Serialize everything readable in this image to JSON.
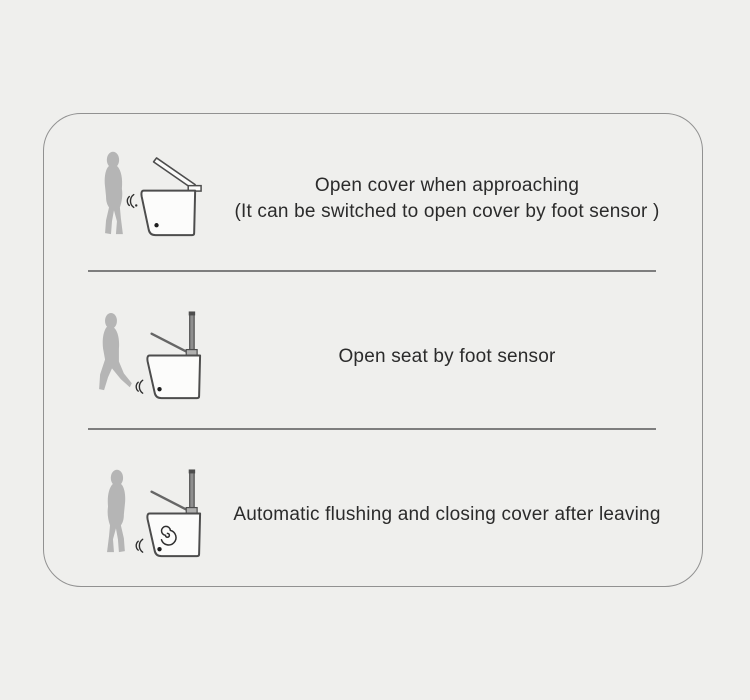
{
  "page": {
    "background_color": "#efefed",
    "card_border_color": "#919191",
    "divider_color": "#7e7e7e",
    "text_color": "#2b2b2b",
    "person_color": "#b5b5b5",
    "toilet_outline_color": "#4d4d4d"
  },
  "features": [
    {
      "id": "open-cover-when-approaching",
      "icon": "person-approaching-toilet-lid-opening-icon",
      "lines": {
        "0": "Open cover when approaching",
        "1": "(It can be switched to open cover by foot sensor )"
      }
    },
    {
      "id": "open-seat-by-foot-sensor",
      "icon": "foot-sensor-toilet-seat-opening-icon",
      "lines": {
        "0": "Open seat by foot sensor"
      }
    },
    {
      "id": "auto-flush-and-close-after-leaving",
      "icon": "person-leaving-toilet-auto-flush-icon",
      "lines": {
        "0": "Automatic flushing and closing cover after leaving"
      }
    }
  ]
}
